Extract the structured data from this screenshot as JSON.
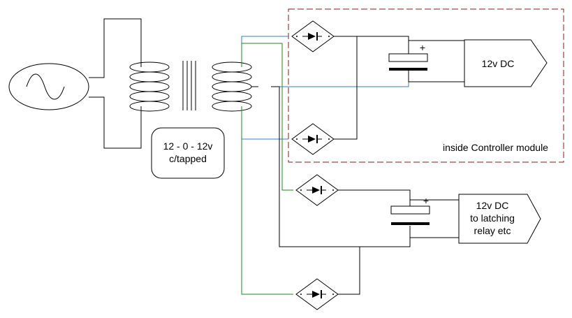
{
  "diagram": {
    "transformer_label_line1": "12 - 0 - 12v",
    "transformer_label_line2": "c/tapped",
    "output_top_label": "12v DC",
    "output_bottom_label_line1": "12v DC",
    "output_bottom_label_line2": "to latching",
    "output_bottom_label_line3": "relay etc",
    "module_label": "inside Controller module",
    "cap_plus_symbol": "+",
    "colors": {
      "wire": "#000000",
      "blue_wire": "#2e7fd8",
      "green_wire": "#1a8a1a",
      "module_border": "#8b1a1a"
    }
  }
}
